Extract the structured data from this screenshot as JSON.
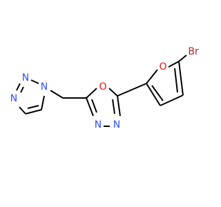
{
  "molecule": {
    "atoms": {
      "br": {
        "label": "Br",
        "color": "#a52a2a"
      },
      "o_furan": {
        "label": "O",
        "color": "#ff0d0d"
      },
      "o_oxadiazole": {
        "label": "O",
        "color": "#ff0d0d"
      },
      "n_ox_left": {
        "label": "N",
        "color": "#3050f8"
      },
      "n_ox_right": {
        "label": "N",
        "color": "#3050f8"
      },
      "n_tri_1": {
        "label": "N",
        "color": "#3050f8"
      },
      "n_tri_2": {
        "label": "N",
        "color": "#3050f8"
      },
      "n_tri_3": {
        "label": "N",
        "color": "#3050f8"
      }
    },
    "bond_color": "#000000"
  }
}
